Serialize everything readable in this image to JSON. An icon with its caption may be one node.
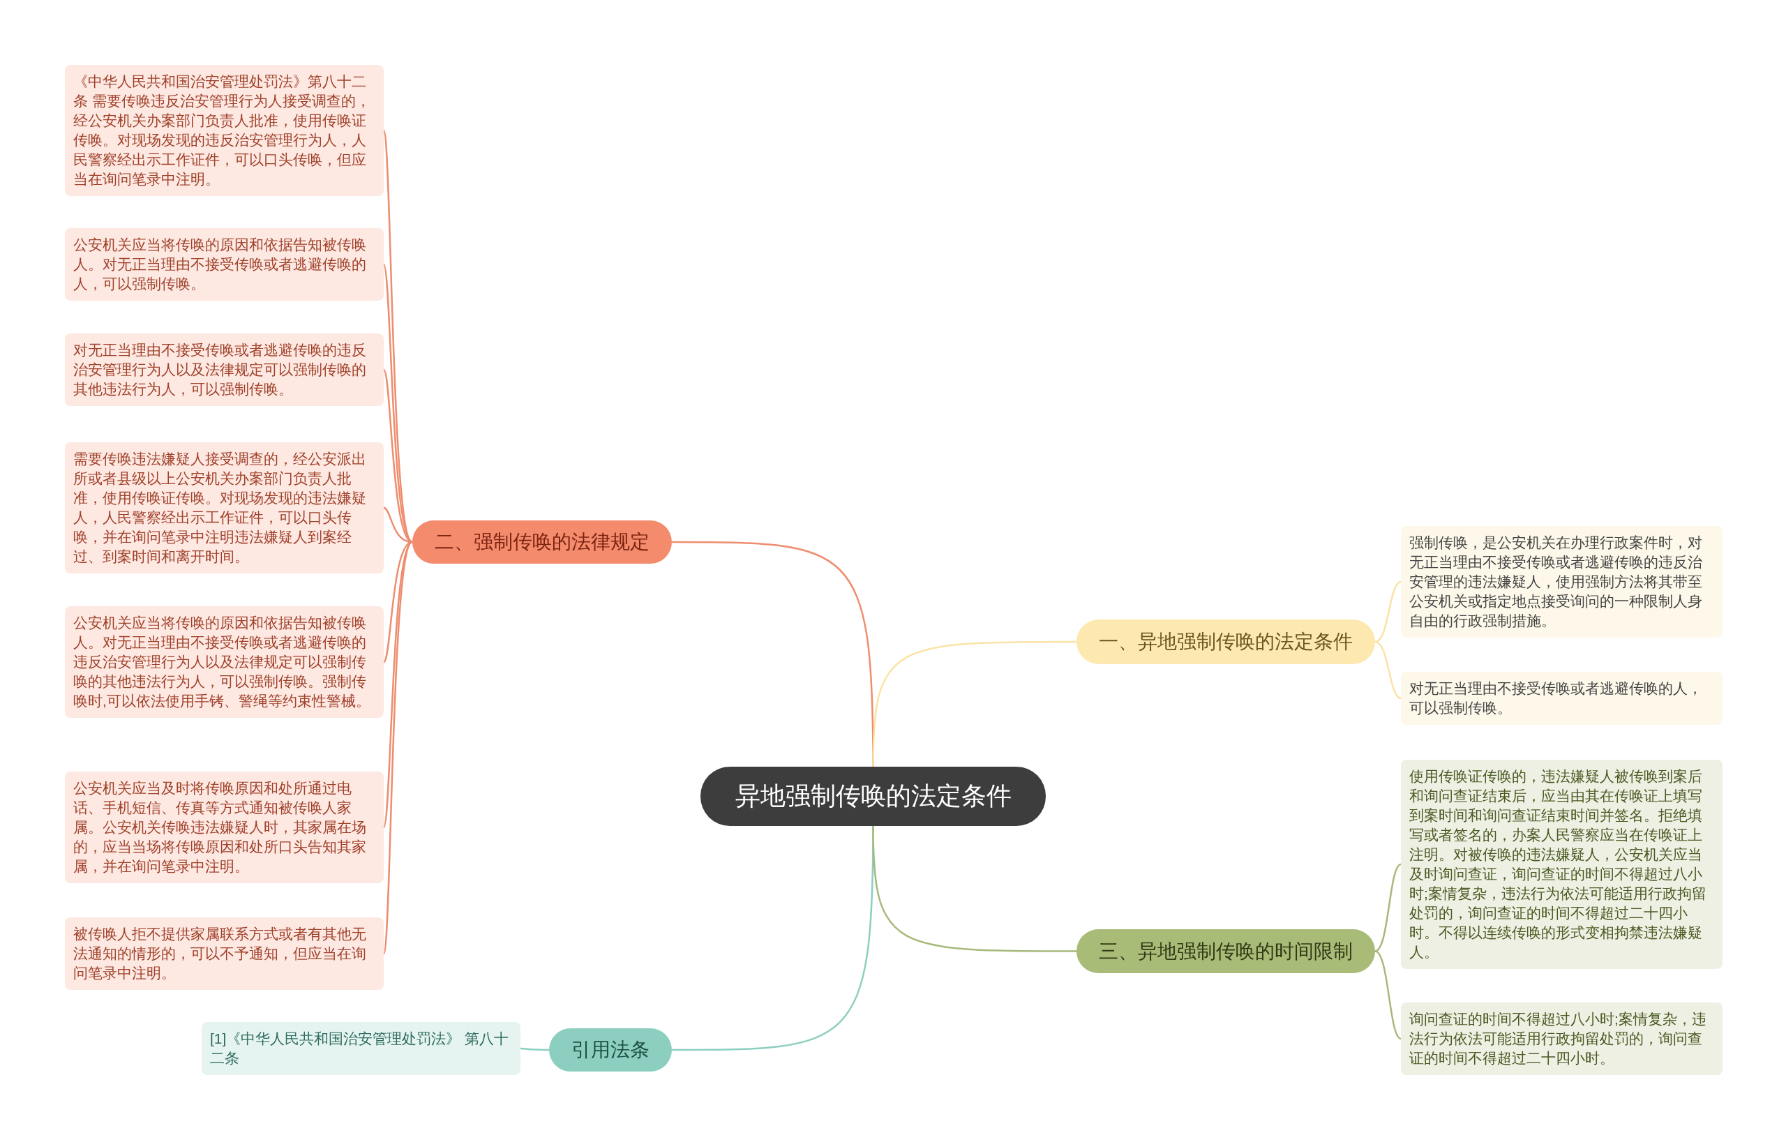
{
  "diagram": {
    "nodes": [
      {
        "text": [
          "异地强制传唤的法定条件"
        ]
      },
      {
        "text": [
          "二、强制传唤的法律规定"
        ]
      },
      {
        "text": [
          "《中华人民共和国治安管理处罚法》第八十二条 需要传唤违反治安管理行为人接受调查的，经公安机关办案部门负责人批准，使用传唤证传唤。对现场发现的违反治安管理行为人，人民警察经出示工作证件，可以口头传唤，但应当在询问笔录中注明。"
        ]
      },
      {
        "text": [
          "公安机关应当将传唤的原因和依据告知被传唤人。对无正当理由不接受传唤或者逃避传唤的人，可以强制传唤。"
        ]
      },
      {
        "text": [
          "对无正当理由不接受传唤或者逃避传唤的违反治安管理行为人以及法律规定可以强制传唤的其他违法行为人，可以强制传唤。"
        ]
      },
      {
        "text": [
          "需要传唤违法嫌疑人接受调查的，经公安派出所或者县级以上公安机关办案部门负责人批准，使用传唤证传唤。对现场发现的违法嫌疑人，人民警察经出示工作证件，可以口头传唤，并在询问笔录中注明违法嫌疑人到案经过、到案时间和离开时间。"
        ]
      },
      {
        "text": [
          "公安机关应当将传唤的原因和依据告知被传唤人。对无正当理由不接受传唤或者逃避传唤的违反治安管理行为人以及法律规定可以强制传唤的其他违法行为人，可以强制传唤。强制传唤时,可以依法使用手铐、警绳等约束性警械。"
        ]
      },
      {
        "text": [
          "公安机关应当及时将传唤原因和处所通过电话、手机短信、传真等方式通知被传唤人家属。公安机关传唤违法嫌疑人时，其家属在场的，应当当场将传唤原因和处所口头告知其家属，并在询问笔录中注明。"
        ]
      },
      {
        "text": [
          "被传唤人拒不提供家属联系方式或者有其他无法通知的情形的，可以不予通知，但应当在询问笔录中注明。"
        ]
      },
      {
        "text": [
          "引用法条"
        ]
      },
      {
        "text": [
          "[1]《中华人民共和国治安管理处罚法》 第八十二条"
        ]
      },
      {
        "text": [
          "一、异地强制传唤的法定条件"
        ]
      },
      {
        "text": [
          "强制传唤，是公安机关在办理行政案件时，对无正当理由不接受传唤或者逃避传唤的违反治安管理的违法嫌疑人，使用强制方法将其带至公安机关或指定地点接受询问的一种限制人身自由的行政强制措施。"
        ]
      },
      {
        "text": [
          "对无正当理由不接受传唤或者逃避传唤的人，可以强制传唤。"
        ]
      },
      {
        "text": [
          "三、异地强制传唤的时间限制"
        ]
      },
      {
        "text": [
          "使用传唤证传唤的，违法嫌疑人被传唤到案后和询问查证结束后，应当由其在传唤证上填写到案时间和询问查证结束时间并签名。拒绝填写或者签名的，办案人民警察应当在传唤证上注明。对被传唤的违法嫌疑人，公安机关应当及时询问查证，询问查证的时间不得超过八小时;案情复杂，违法行为依法可能适用行政拘留处罚的，询问查证的时间不得超过二十四小时。不得以连续传唤的形式变相拘禁违法嫌疑人。"
        ]
      },
      {
        "text": [
          "询问查证的时间不得超过八小时;案情复杂，违法行为依法可能适用行政拘留处罚的，询问查证的时间不得超过二十四小时。"
        ]
      }
    ],
    "edges": [
      {
        "from": 0,
        "to": 1,
        "arrow": "none"
      },
      {
        "from": 1,
        "to": 2,
        "arrow": "none"
      },
      {
        "from": 1,
        "to": 3,
        "arrow": "none"
      },
      {
        "from": 1,
        "to": 4,
        "arrow": "none"
      },
      {
        "from": 1,
        "to": 5,
        "arrow": "none"
      },
      {
        "from": 1,
        "to": 6,
        "arrow": "none"
      },
      {
        "from": 1,
        "to": 7,
        "arrow": "none"
      },
      {
        "from": 1,
        "to": 8,
        "arrow": "none"
      },
      {
        "from": 0,
        "to": 9,
        "arrow": "none",
        "color": "#8ccfc0"
      },
      {
        "from": 9,
        "to": 10,
        "arrow": "none",
        "color": "#8ccfc0"
      },
      {
        "from": 0,
        "to": 11,
        "arrow": "none",
        "color": "#fbe3a6"
      },
      {
        "from": 11,
        "to": 12,
        "arrow": "none",
        "color": "#fbe3a6"
      },
      {
        "from": 11,
        "to": 13,
        "arrow": "none",
        "color": "#fbe3a6"
      },
      {
        "from": 0,
        "to": 14,
        "arrow": "none",
        "color": "#a7b97a"
      },
      {
        "from": 14,
        "to": 15,
        "arrow": "none",
        "color": "#a7b97a"
      },
      {
        "from": 14,
        "to": 16,
        "arrow": "none",
        "color": "#a7b97a"
      }
    ]
  }
}
